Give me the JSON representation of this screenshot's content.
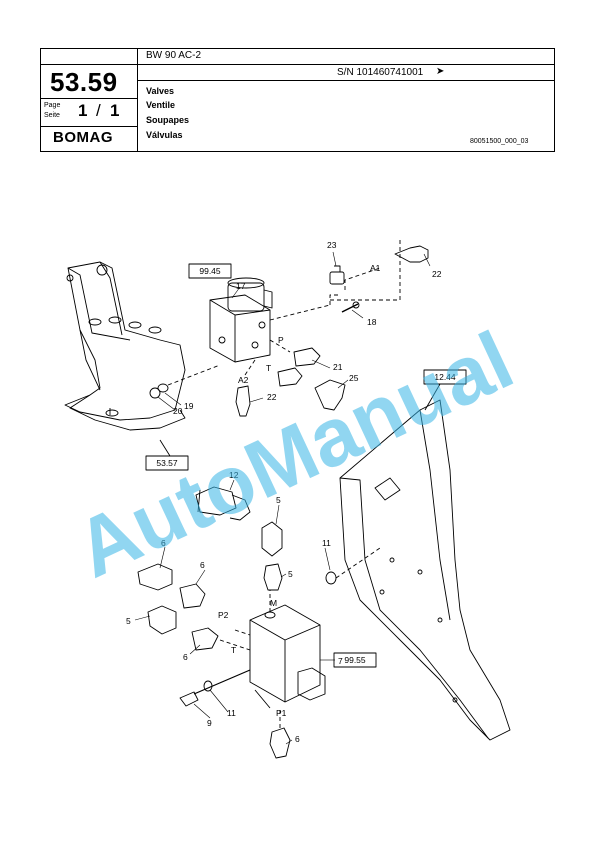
{
  "header": {
    "model": "BW 90 AC-2",
    "group_number": "53.59",
    "serial_label": "S/N 101460741001",
    "serial_arrow": "➤",
    "page_label_en": "Page",
    "page_label_de": "Seite",
    "page_current": "1",
    "page_sep": "/",
    "page_total": "1",
    "brand": "BOMAG",
    "doc_code": "80051500_000_03",
    "titles": [
      "Valves",
      "Ventile",
      "Soupapes",
      "Válvulas"
    ]
  },
  "watermark": "AutoManual",
  "drawing": {
    "ref_boxes": [
      "99.45",
      "12.44",
      "53.57",
      "99.55"
    ],
    "port_labels": [
      "A1",
      "A2",
      "P",
      "T",
      "M",
      "P2",
      "T",
      "P1"
    ],
    "callouts": [
      "23",
      "22",
      "17",
      "18",
      "21",
      "25",
      "22",
      "20",
      "19",
      "12",
      "5",
      "11",
      "6",
      "5",
      "6",
      "5",
      "6",
      "7",
      "9",
      "11",
      "6"
    ]
  }
}
